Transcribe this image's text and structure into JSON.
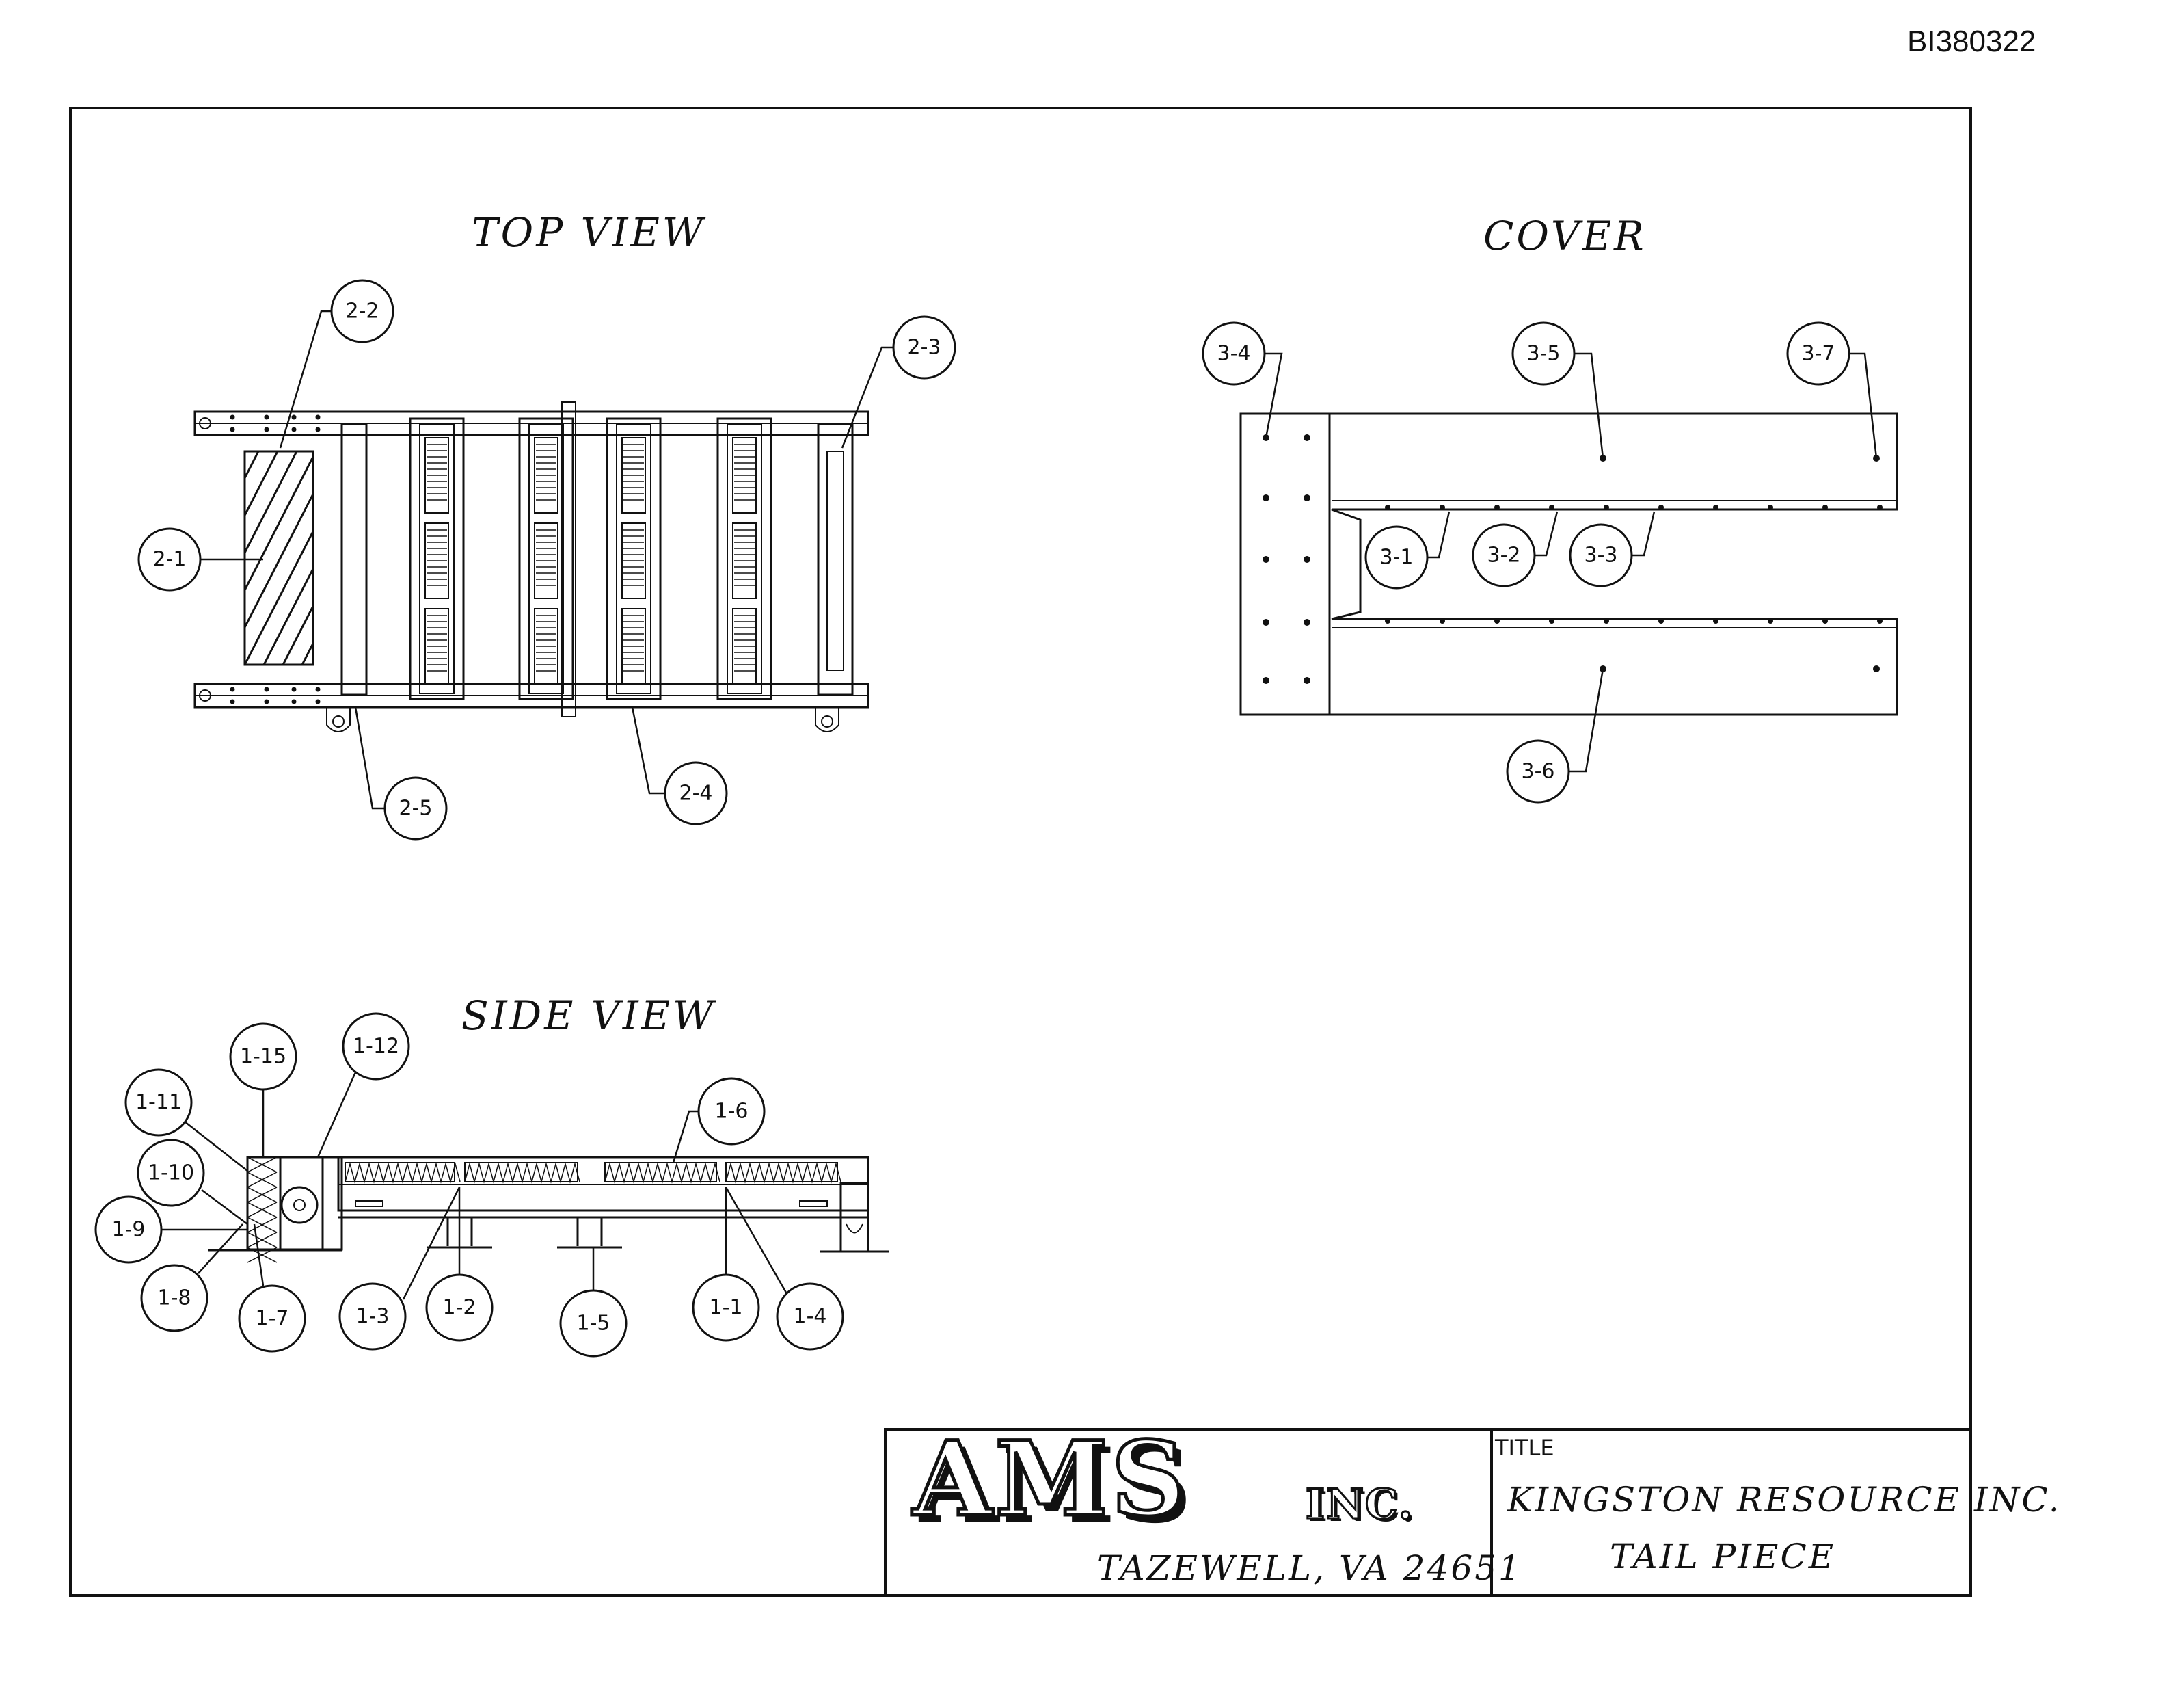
{
  "document_id": "BI380322",
  "views": {
    "top_view": "TOP VIEW",
    "cover": "COVER",
    "side_view": "SIDE VIEW"
  },
  "title_block": {
    "company": "AMS",
    "company_suffix": "INC.",
    "location": "TAZEWELL,  VA  24651",
    "title_label": "TITLE",
    "customer": "KINGSTON  RESOURCE  INC.",
    "part_name": "TAIL  PIECE"
  },
  "callouts": {
    "top_view": [
      "2-1",
      "2-2",
      "2-3",
      "2-4",
      "2-5"
    ],
    "cover": [
      "3-1",
      "3-2",
      "3-3",
      "3-4",
      "3-5",
      "3-6",
      "3-7"
    ],
    "side_view": [
      "1-1",
      "1-2",
      "1-3",
      "1-4",
      "1-5",
      "1-6",
      "1-7",
      "1-8",
      "1-9",
      "1-10",
      "1-11",
      "1-12",
      "1-15"
    ]
  }
}
